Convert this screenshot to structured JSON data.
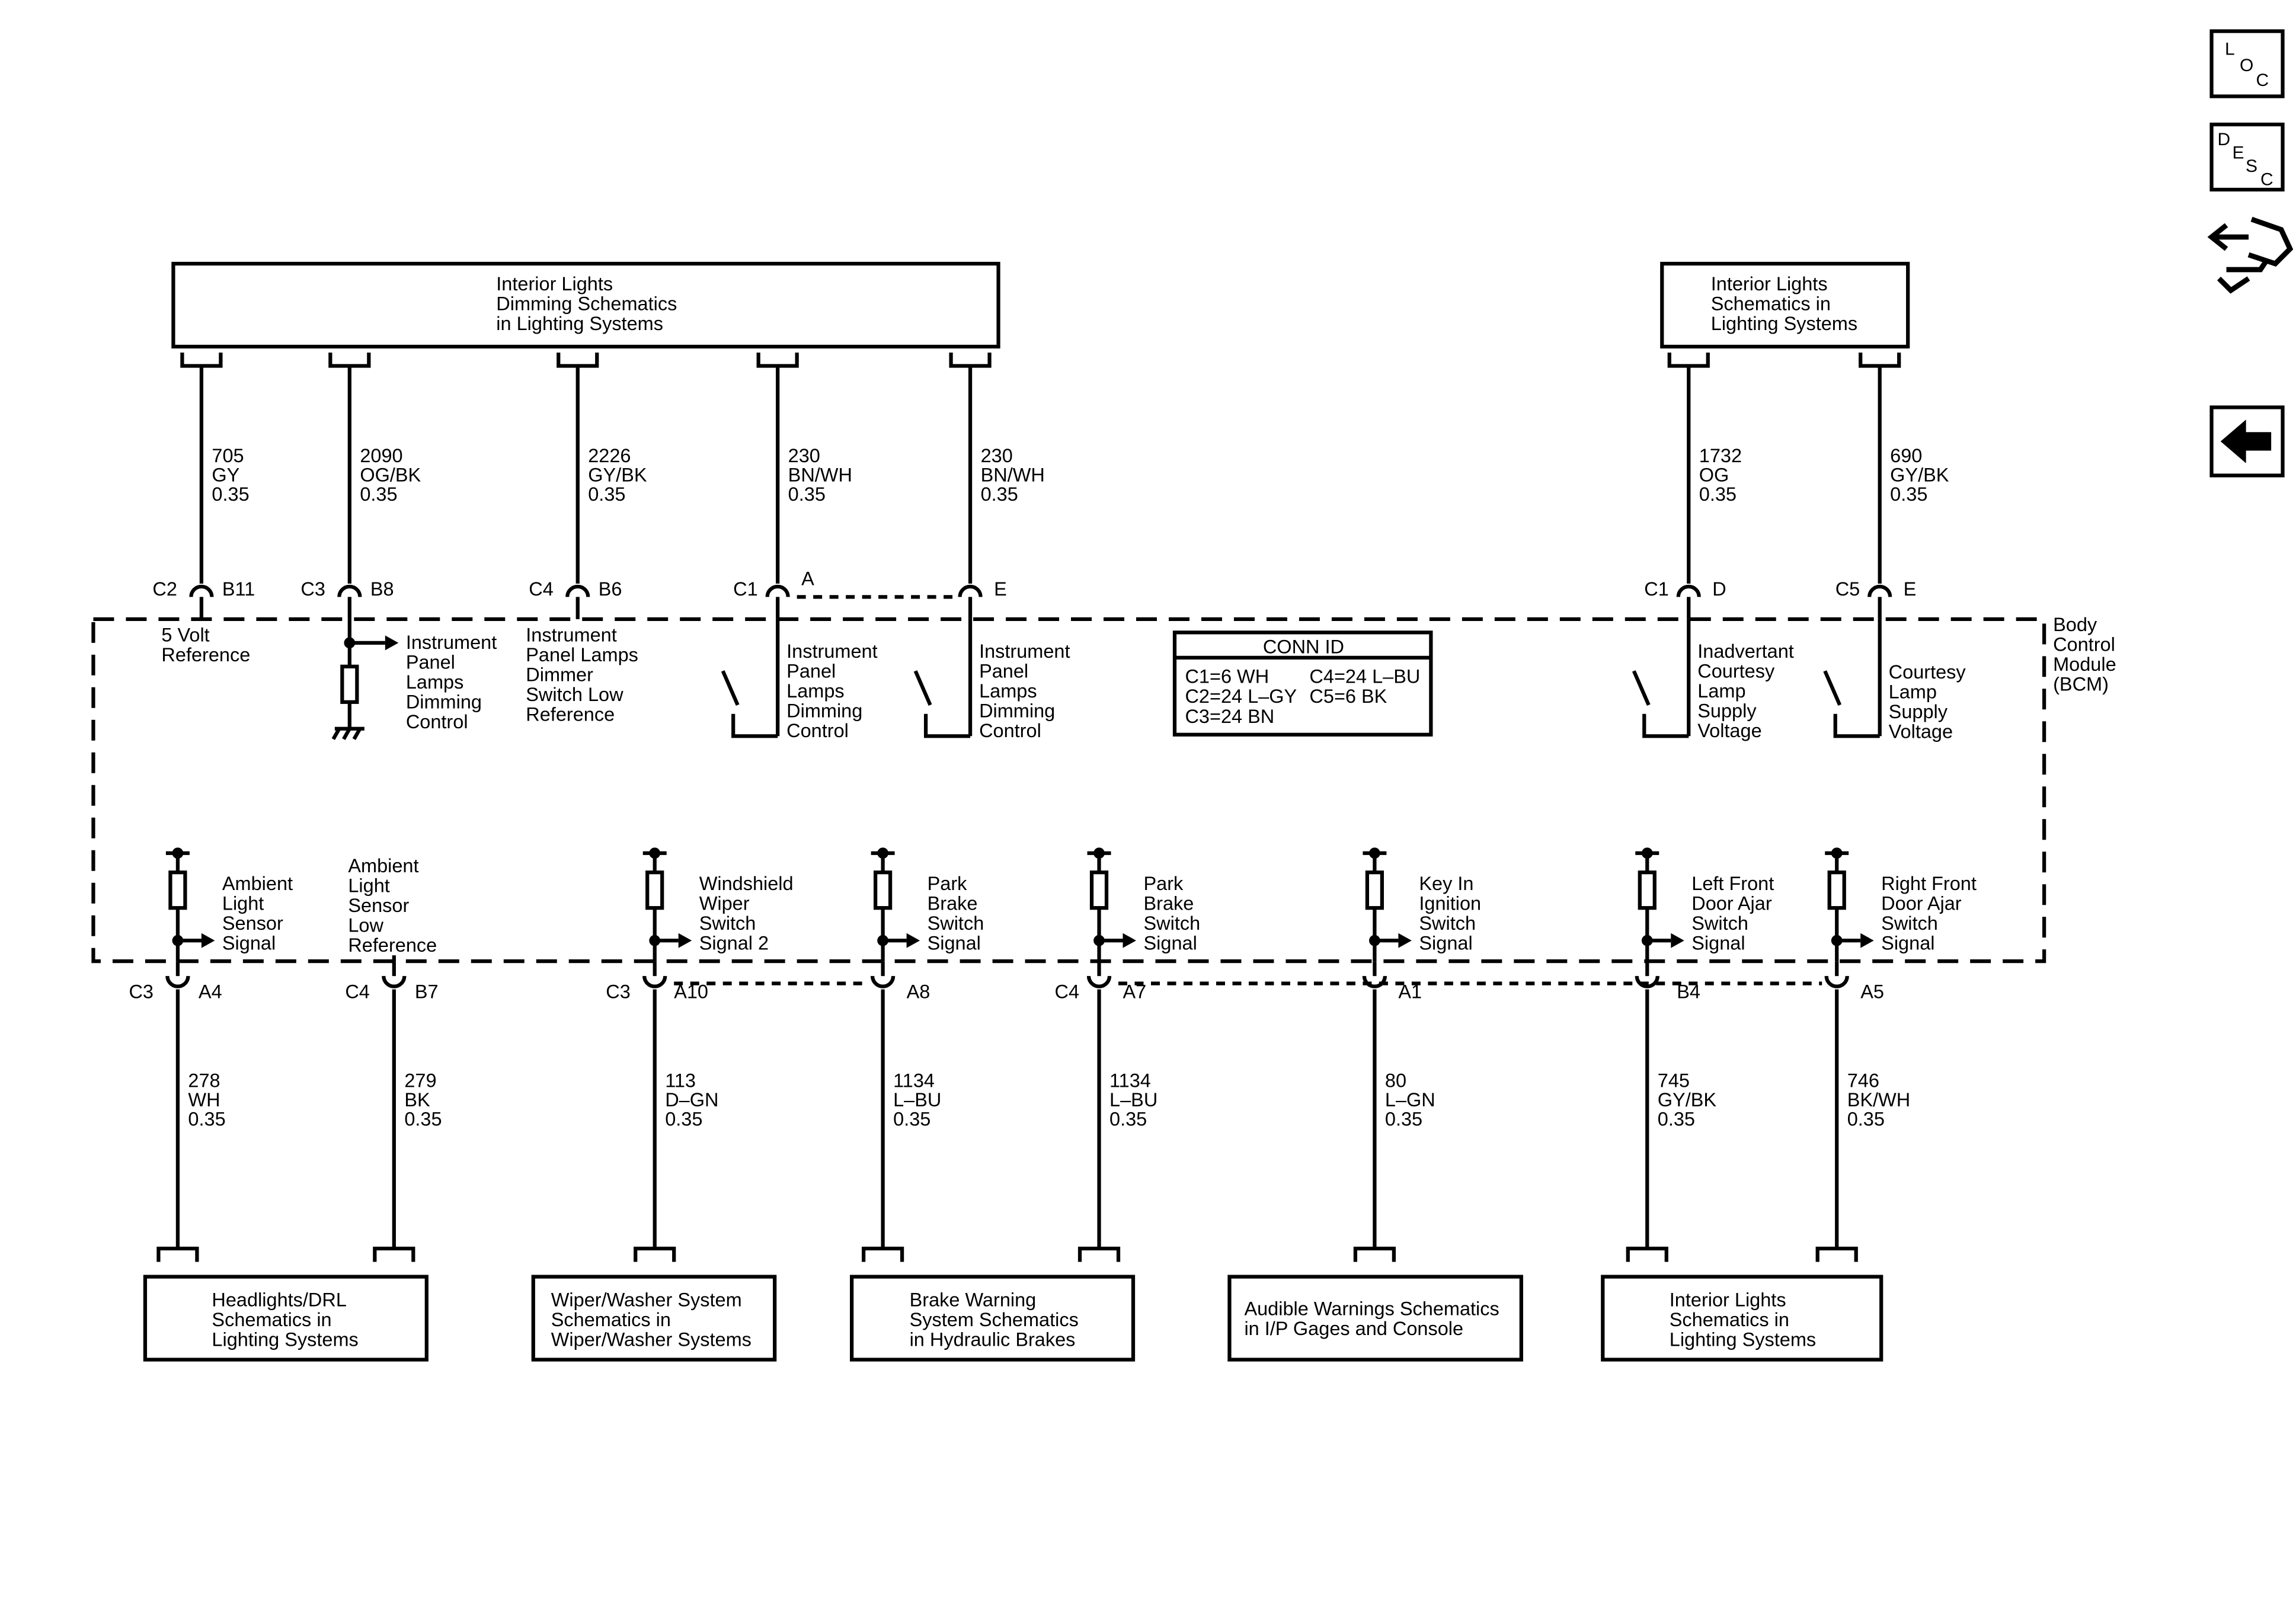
{
  "sidebar": {
    "loc_button": {
      "l": "L",
      "o": "O",
      "c": "C"
    },
    "desc_button": {
      "d": "D",
      "e": "E",
      "s": "S",
      "c": "C"
    },
    "connector_tool_icon": "connector-repair-icon",
    "back_icon": "left-arrow-icon"
  },
  "top_boxes": [
    {
      "lines": [
        "Interior Lights",
        "Dimming Schematics",
        "in Lighting Systems"
      ]
    },
    {
      "lines": [
        "Interior Lights",
        "Schematics in",
        "Lighting Systems"
      ]
    }
  ],
  "top_wires": [
    {
      "number": "705",
      "color": "GY",
      "gauge": "0.35",
      "conn": "C2",
      "pin": "B11",
      "label": [
        "5 Volt",
        "Reference"
      ]
    },
    {
      "number": "2090",
      "color": "OG/BK",
      "gauge": "0.35",
      "conn": "C3",
      "pin": "B8",
      "label": [
        "Instrument",
        "Panel",
        "Lamps",
        "Dimming",
        "Control"
      ]
    },
    {
      "number": "2226",
      "color": "GY/BK",
      "gauge": "0.35",
      "conn": "C4",
      "pin": "B6",
      "label": [
        "Instrument",
        "Panel Lamps",
        "Dimmer",
        "Switch Low",
        "Reference"
      ]
    },
    {
      "number": "230",
      "color": "BN/WH",
      "gauge": "0.35",
      "conn": "C1",
      "pin": "A",
      "label": [
        "Instrument",
        "Panel",
        "Lamps",
        "Dimming",
        "Control"
      ]
    },
    {
      "number": "230",
      "color": "BN/WH",
      "gauge": "0.35",
      "conn": "",
      "pin": "E",
      "label": [
        "Instrument",
        "Panel",
        "Lamps",
        "Dimming",
        "Control"
      ]
    },
    {
      "number": "1732",
      "color": "OG",
      "gauge": "0.35",
      "conn": "C1",
      "pin": "D",
      "label": [
        "Inadvertant",
        "Courtesy",
        "Lamp",
        "Supply",
        "Voltage"
      ]
    },
    {
      "number": "690",
      "color": "GY/BK",
      "gauge": "0.35",
      "conn": "C5",
      "pin": "E",
      "label": [
        "Courtesy",
        "Lamp",
        "Supply",
        "Voltage"
      ]
    }
  ],
  "module": {
    "label": [
      "Body",
      "Control",
      "Module",
      "(BCM)"
    ]
  },
  "conn_id": {
    "title": "CONN ID",
    "rows": [
      [
        "C1=6 WH",
        "C4=24 L–BU"
      ],
      [
        "C2=24 L–GY",
        "C5=6 BK"
      ],
      [
        "C3=24 BN",
        ""
      ]
    ]
  },
  "bottom_wires": [
    {
      "number": "278",
      "color": "WH",
      "gauge": "0.35",
      "conn": "C3",
      "pin": "A4",
      "label": [
        "Ambient",
        "Light",
        "Sensor",
        "Signal"
      ]
    },
    {
      "number": "279",
      "color": "BK",
      "gauge": "0.35",
      "conn": "C4",
      "pin": "B7",
      "label": [
        "Ambient",
        "Light",
        "Sensor",
        "Low",
        "Reference"
      ]
    },
    {
      "number": "113",
      "color": "D–GN",
      "gauge": "0.35",
      "conn": "C3",
      "pin": "A10",
      "label": [
        "Windshield",
        "Wiper",
        "Switch",
        "Signal 2"
      ]
    },
    {
      "number": "1134",
      "color": "L–BU",
      "gauge": "0.35",
      "conn": "",
      "pin": "A8",
      "label": [
        "Park",
        "Brake",
        "Switch",
        "Signal"
      ]
    },
    {
      "number": "1134",
      "color": "L–BU",
      "gauge": "0.35",
      "conn": "C4",
      "pin": "A7",
      "label": [
        "Park",
        "Brake",
        "Switch",
        "Signal"
      ]
    },
    {
      "number": "80",
      "color": "L–GN",
      "gauge": "0.35",
      "conn": "",
      "pin": "A1",
      "label": [
        "Key In",
        "Ignition",
        "Switch",
        "Signal"
      ]
    },
    {
      "number": "745",
      "color": "GY/BK",
      "gauge": "0.35",
      "conn": "",
      "pin": "B4",
      "label": [
        "Left Front",
        "Door Ajar",
        "Switch",
        "Signal"
      ]
    },
    {
      "number": "746",
      "color": "BK/WH",
      "gauge": "0.35",
      "conn": "",
      "pin": "A5",
      "label": [
        "Right Front",
        "Door Ajar",
        "Switch",
        "Signal"
      ]
    }
  ],
  "bottom_boxes": [
    {
      "lines": [
        "Headlights/DRL",
        "Schematics in",
        "Lighting Systems"
      ]
    },
    {
      "lines": [
        "Wiper/Washer System",
        "Schematics in",
        "Wiper/Washer Systems"
      ]
    },
    {
      "lines": [
        "Brake Warning",
        "System Schematics",
        "in Hydraulic Brakes"
      ]
    },
    {
      "lines": [
        "Audible Warnings Schematics",
        "in I/P Gages and Console"
      ]
    },
    {
      "lines": [
        "Interior Lights",
        "Schematics in",
        "Lighting Systems"
      ]
    }
  ]
}
